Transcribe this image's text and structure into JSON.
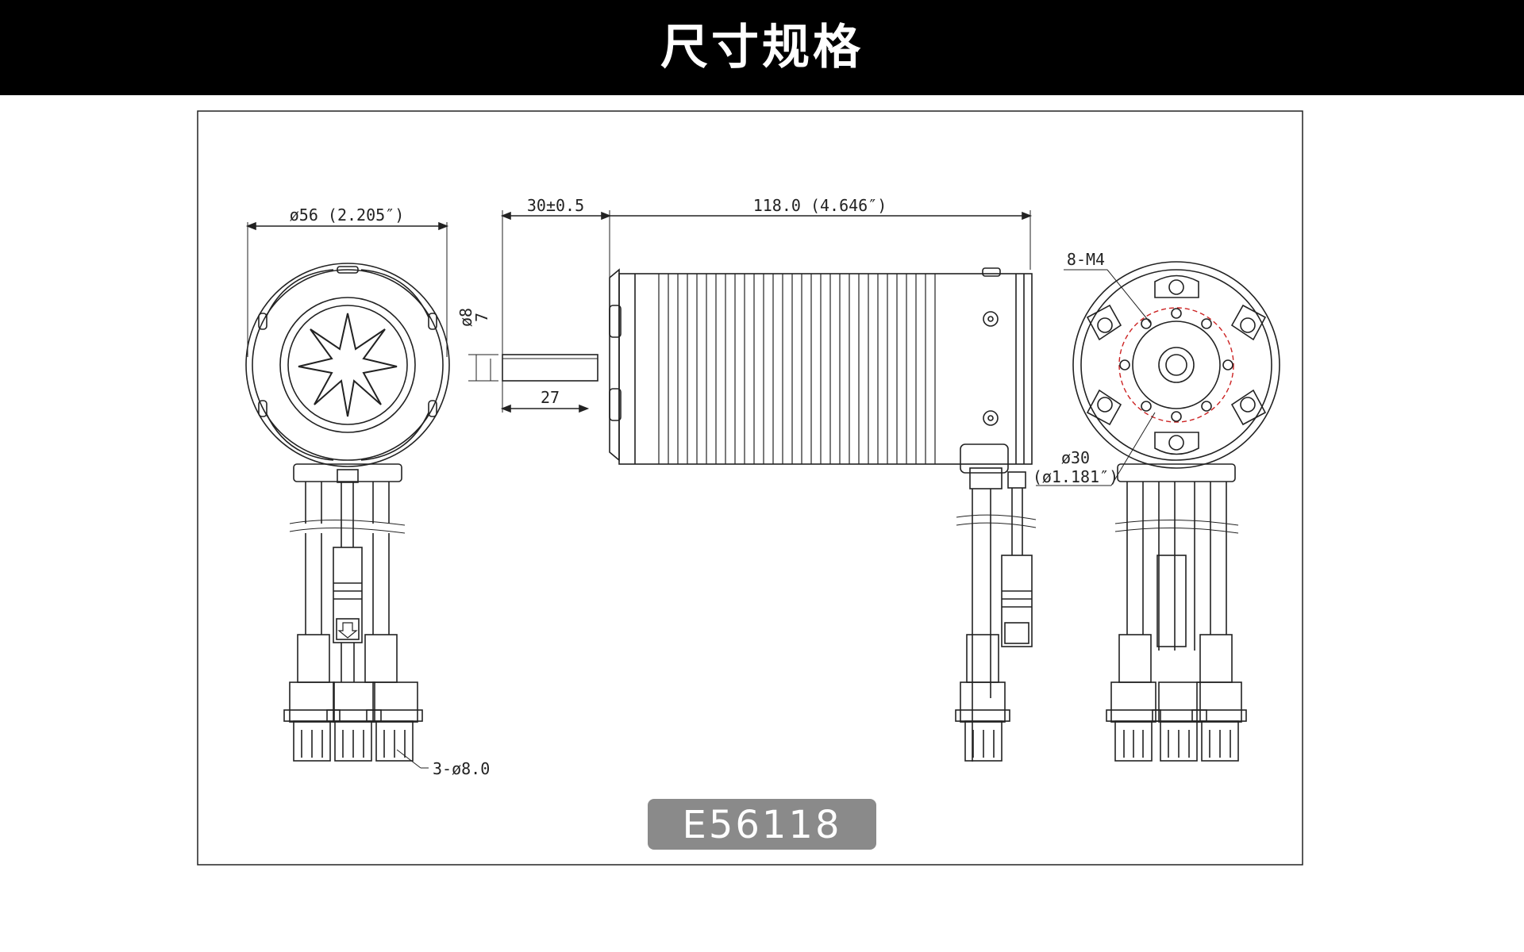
{
  "header": {
    "title": "尺寸规格"
  },
  "dimensions": {
    "front_diameter": "ø56 (2.205″)",
    "shaft_length": "30±0.5",
    "body_length": "118.0 (4.646″)",
    "shaft_diameter": "ø8",
    "shaft_flat": "7",
    "shaft_27": "27",
    "mount_holes": "8-M4",
    "bolt_circle": "ø30",
    "bolt_circle_in": "(ø1.181″)",
    "connectors": "3-ø8.0"
  },
  "model": {
    "name": "E56118"
  },
  "colors": {
    "header_bg": "#000000",
    "badge_bg": "#8a8a8a",
    "line": "#222222",
    "bolt_circle": "#cc2222"
  }
}
